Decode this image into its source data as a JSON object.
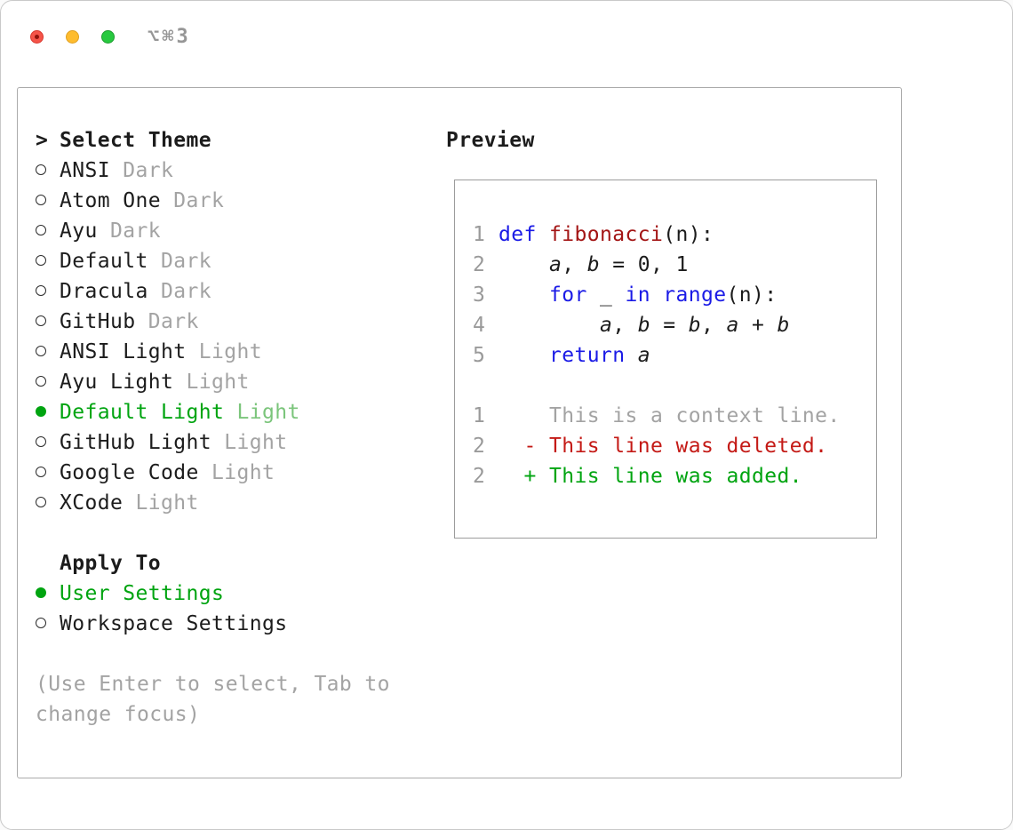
{
  "colors": {
    "accent-green": "#00a410",
    "selected-variant-green": "#7bc57b",
    "keyword-blue": "#1b1be6",
    "function-red": "#a31515",
    "deleted-red": "#c41a16",
    "muted-gray": "#a3a3a3",
    "line-number-gray": "#9a9a9a",
    "text-dark": "#1c1c1c"
  },
  "titlebar": {
    "shortcut": "⌥⌘3"
  },
  "theme_selector": {
    "prompt": ">",
    "title": "Select Theme",
    "items": [
      {
        "name": "ANSI",
        "variant": "Dark",
        "selected": false
      },
      {
        "name": "Atom One",
        "variant": "Dark",
        "selected": false
      },
      {
        "name": "Ayu",
        "variant": "Dark",
        "selected": false
      },
      {
        "name": "Default",
        "variant": "Dark",
        "selected": false
      },
      {
        "name": "Dracula",
        "variant": "Dark",
        "selected": false
      },
      {
        "name": "GitHub",
        "variant": "Dark",
        "selected": false
      },
      {
        "name": "ANSI Light",
        "variant": "Light",
        "selected": false
      },
      {
        "name": "Ayu Light",
        "variant": "Light",
        "selected": false
      },
      {
        "name": "Default Light",
        "variant": "Light",
        "selected": true
      },
      {
        "name": "GitHub Light",
        "variant": "Light",
        "selected": false
      },
      {
        "name": "Google Code",
        "variant": "Light",
        "selected": false
      },
      {
        "name": "XCode",
        "variant": "Light",
        "selected": false
      }
    ]
  },
  "apply_to": {
    "title": "Apply To",
    "options": [
      {
        "label": "User Settings",
        "selected": true
      },
      {
        "label": "Workspace Settings",
        "selected": false
      }
    ]
  },
  "hint": "(Use Enter to select, Tab to change focus)",
  "preview": {
    "title": "Preview",
    "code_lines": [
      {
        "num": "1",
        "tokens": [
          [
            "def",
            "k"
          ],
          [
            " ",
            "p"
          ],
          [
            "fibonacci",
            "f"
          ],
          [
            "(n):",
            "p"
          ]
        ]
      },
      {
        "num": "2",
        "tokens": [
          [
            "    ",
            "p"
          ],
          [
            "a",
            "v"
          ],
          [
            ", ",
            "p"
          ],
          [
            "b",
            "v"
          ],
          [
            " = 0, 1",
            "p"
          ]
        ]
      },
      {
        "num": "3",
        "tokens": [
          [
            "    ",
            "p"
          ],
          [
            "for",
            "k"
          ],
          [
            " _ ",
            "p"
          ],
          [
            "in",
            "k"
          ],
          [
            " ",
            "p"
          ],
          [
            "range",
            "k"
          ],
          [
            "(n):",
            "p"
          ]
        ]
      },
      {
        "num": "4",
        "tokens": [
          [
            "        ",
            "p"
          ],
          [
            "a",
            "v"
          ],
          [
            ", ",
            "p"
          ],
          [
            "b",
            "v"
          ],
          [
            " = ",
            "p"
          ],
          [
            "b",
            "v"
          ],
          [
            ", ",
            "p"
          ],
          [
            "a",
            "v"
          ],
          [
            " + ",
            "p"
          ],
          [
            "b",
            "v"
          ]
        ]
      },
      {
        "num": "5",
        "tokens": [
          [
            "    ",
            "p"
          ],
          [
            "return",
            "k"
          ],
          [
            " ",
            "p"
          ],
          [
            "a",
            "v"
          ]
        ]
      }
    ],
    "diff_lines": [
      {
        "num": "1",
        "cls": "ctx",
        "text": "    This is a context line."
      },
      {
        "num": "2",
        "cls": "del",
        "text": "  - This line was deleted."
      },
      {
        "num": "2",
        "cls": "add",
        "text": "  + This line was added."
      }
    ]
  }
}
